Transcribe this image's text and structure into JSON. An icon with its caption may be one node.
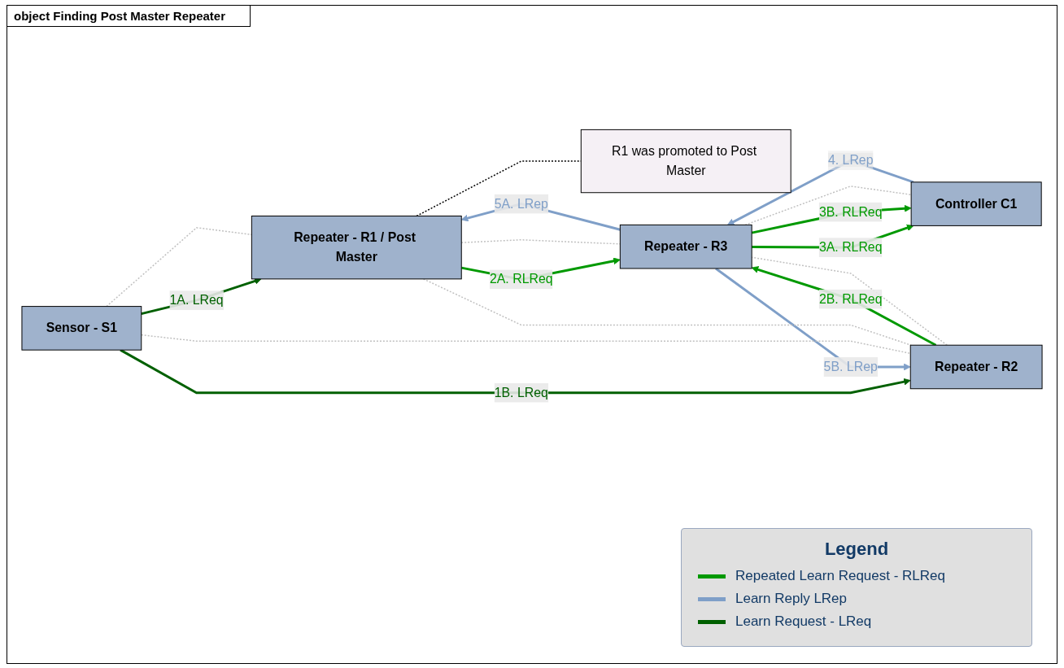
{
  "diagram": {
    "title": "object Finding Post Master Repeater",
    "nodes": [
      {
        "text": [
          "R1 was promoted to Post Master"
        ]
      },
      {
        "text": [
          "Repeater - R1 / Post Master"
        ]
      },
      {
        "text": [
          "Sensor - S1"
        ]
      },
      {
        "text": [
          "Repeater - R3"
        ]
      },
      {
        "text": [
          "Controller C1"
        ]
      },
      {
        "text": [
          "Repeater - R2"
        ]
      }
    ],
    "edges": [
      {
        "from": 0,
        "to": 1,
        "arrow": "none",
        "style": "dashed",
        "color": "#000000"
      },
      {
        "from": 2,
        "to": 1,
        "arrow": "to",
        "label": "1A. LReq",
        "color": "#006000"
      },
      {
        "from": 2,
        "to": 5,
        "arrow": "to",
        "label": "1B. LReq",
        "color": "#006000"
      },
      {
        "from": 1,
        "to": 3,
        "arrow": "to",
        "label": "2A. RLReq",
        "color": "#009900"
      },
      {
        "from": 5,
        "to": 3,
        "arrow": "to",
        "label": "2B. RLReq",
        "color": "#009900"
      },
      {
        "from": 3,
        "to": 4,
        "arrow": "to",
        "label": "3A. RLReq",
        "color": "#009900"
      },
      {
        "from": 3,
        "to": 4,
        "arrow": "to",
        "label": "3B. RLReq",
        "color": "#009900"
      },
      {
        "from": 4,
        "to": 3,
        "arrow": "to",
        "label": "4. LRep",
        "color": "#7f9fc8"
      },
      {
        "from": 3,
        "to": 1,
        "arrow": "to",
        "label": "5A. LRep",
        "color": "#7f9fc8"
      },
      {
        "from": 3,
        "to": 5,
        "arrow": "to",
        "label": "5B. LRep",
        "color": "#7f9fc8"
      },
      {
        "from": 2,
        "to": 1,
        "arrow": "none",
        "style": "dashed",
        "color": "#c0c0c0"
      },
      {
        "from": 2,
        "to": 5,
        "arrow": "none",
        "style": "dashed",
        "color": "#c0c0c0"
      },
      {
        "from": 1,
        "to": 5,
        "arrow": "none",
        "style": "dashed",
        "color": "#c0c0c0"
      },
      {
        "from": 1,
        "to": 3,
        "arrow": "none",
        "style": "dashed",
        "color": "#c0c0c0"
      },
      {
        "from": 5,
        "to": 3,
        "arrow": "none",
        "style": "dashed",
        "color": "#c0c0c0"
      },
      {
        "from": 3,
        "to": 4,
        "arrow": "none",
        "style": "dashed",
        "color": "#c0c0c0"
      }
    ],
    "labels": [
      "Legend"
    ],
    "legend": [
      {
        "text": "Repeated Learn Request - RLReq",
        "color": "#009900"
      },
      {
        "text": "Learn Reply LRep",
        "color": "#7f9fc8"
      },
      {
        "text": "Learn Request - LReq",
        "color": "#006000"
      }
    ]
  }
}
